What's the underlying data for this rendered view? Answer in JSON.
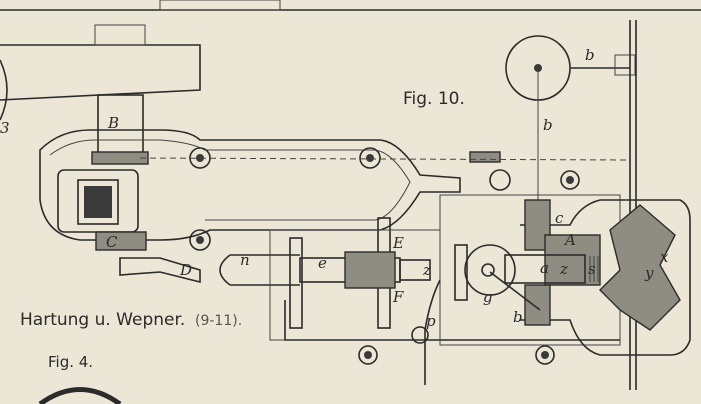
{
  "captions": {
    "fig10": "Fig. 10.",
    "fig4": "Fig. 4.",
    "maker": "Hartung u. Wepner.",
    "range": "(9-11)."
  },
  "labels": {
    "B": "B",
    "C": "C",
    "D": "D",
    "E": "E",
    "F": "F",
    "n": "n",
    "e": "e",
    "z1": "z",
    "z2": "z",
    "A": "A",
    "a": "a",
    "c": "c",
    "b_top": "b",
    "b_mid": "b",
    "b_low": "b",
    "g": "g",
    "s": "s",
    "y": "y",
    "x": "x",
    "p": "p",
    "three": "3"
  }
}
